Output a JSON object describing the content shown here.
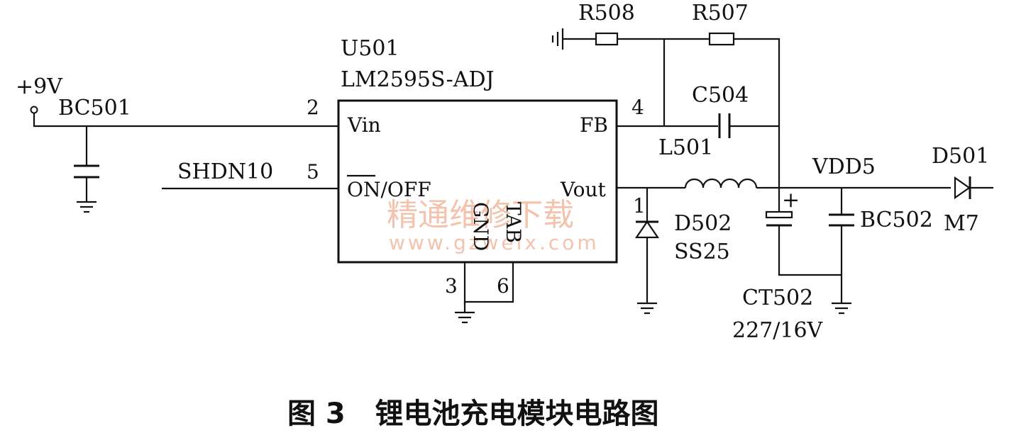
{
  "ic": {
    "ref": "U501",
    "part": "LM2595S-ADJ",
    "pins": {
      "vin": {
        "num": "2",
        "name": "Vin"
      },
      "onoff": {
        "num": "5",
        "name_overline": "ON",
        "name_rest": "/OFF"
      },
      "fb": {
        "num": "4",
        "name": "FB"
      },
      "vout": {
        "num": "1",
        "name": "Vout"
      },
      "gnd": {
        "num": "3",
        "name": "GND"
      },
      "tab": {
        "num": "6",
        "name": "TAB"
      }
    }
  },
  "labels": {
    "supply": "+9V",
    "shdn": "SHDN10",
    "vdd": "VDD5"
  },
  "components": {
    "bc501": "BC501",
    "r508": "R508",
    "r507": "R507",
    "c504": "C504",
    "l501": "L501",
    "d502_ref": "D502",
    "d502_part": "SS25",
    "ct502_ref": "CT502",
    "ct502_value": "227/16V",
    "ct502_polarity": "+",
    "bc502": "BC502",
    "d501_ref": "D501",
    "d501_part": "M7"
  },
  "watermark": {
    "cn": "精通维修下载",
    "url": "www.gzweix.com"
  },
  "caption": "图 3   锂电池充电模块电路图"
}
